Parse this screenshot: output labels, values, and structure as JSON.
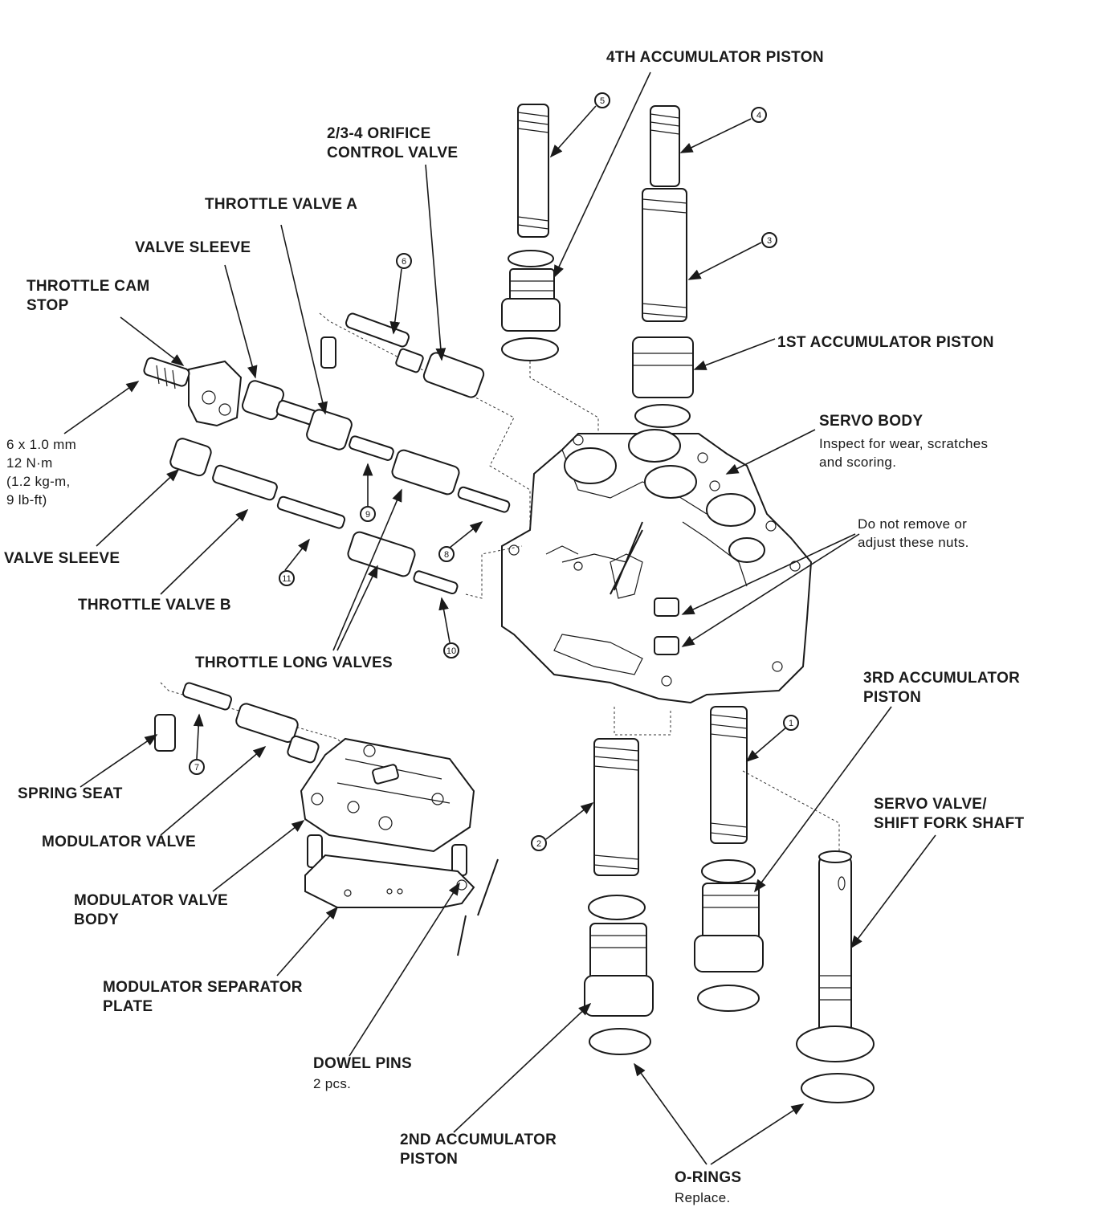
{
  "labels": {
    "accum_4th": "4TH ACCUMULATOR PISTON",
    "orifice_valve": "2/3-4 ORIFICE\nCONTROL VALVE",
    "throttle_a": "THROTTLE VALVE A",
    "valve_sleeve_top": "VALVE SLEEVE",
    "throttle_cam_stop": "THROTTLE CAM\nSTOP",
    "bolt_spec": "6 x 1.0 mm\n12 N·m\n(1.2 kg-m,\n9 lb-ft)",
    "valve_sleeve_bottom": "VALVE SLEEVE",
    "throttle_b": "THROTTLE VALVE B",
    "throttle_long": "THROTTLE LONG VALVES",
    "accum_1st": "1ST ACCUMULATOR PISTON",
    "servo_body": "SERVO BODY",
    "servo_body_note": "Inspect for wear, scratches\nand scoring.",
    "nuts_note": "Do not remove or\nadjust these nuts.",
    "accum_3rd": "3RD ACCUMULATOR\nPISTON",
    "servo_valve": "SERVO VALVE/\nSHIFT FORK SHAFT",
    "spring_seat": "SPRING SEAT",
    "modulator_valve": "MODULATOR VALVE",
    "modulator_body": "MODULATOR VALVE\nBODY",
    "separator_plate": "MODULATOR SEPARATOR\nPLATE",
    "dowel_pins": "DOWEL PINS",
    "dowel_pins_note": "2 pcs.",
    "accum_2nd": "2ND ACCUMULATOR\nPISTON",
    "o_rings": "O-RINGS",
    "o_rings_note": "Replace."
  },
  "callouts": {
    "c1": "1",
    "c2": "2",
    "c3": "3",
    "c4": "4",
    "c5": "5",
    "c6": "6",
    "c7": "7",
    "c8": "8",
    "c9": "9",
    "c10": "10",
    "c11": "11"
  }
}
